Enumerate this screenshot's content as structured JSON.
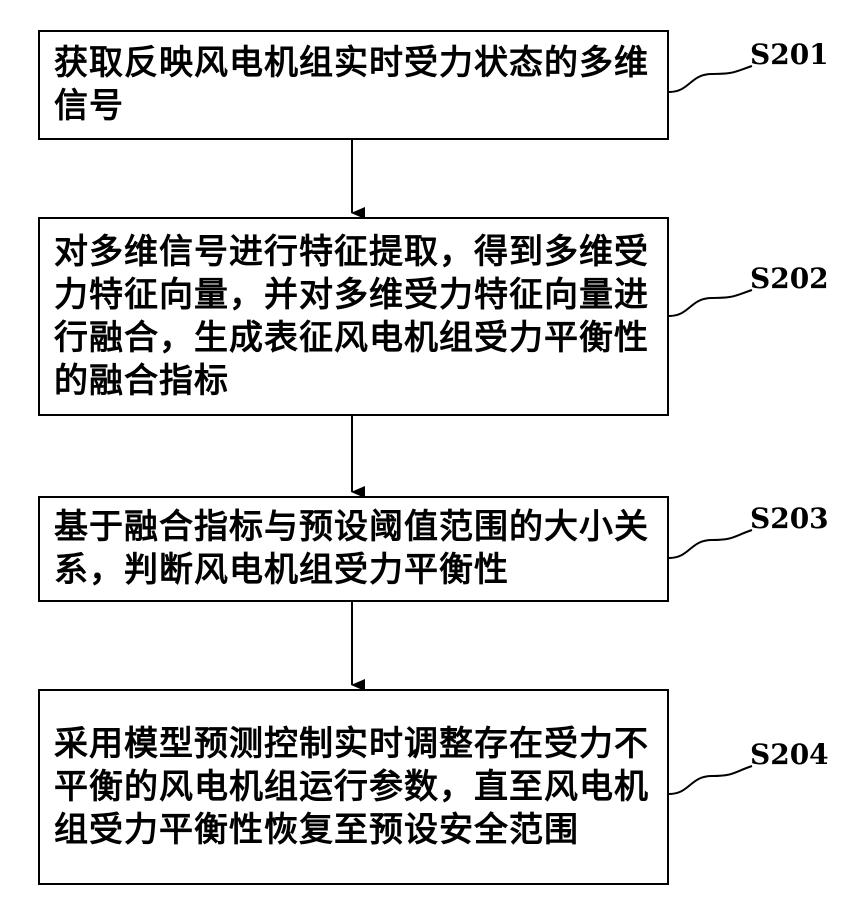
{
  "steps": [
    {
      "id": "S201",
      "text": "获取反映风电机组实时受力状态的多维信号"
    },
    {
      "id": "S202",
      "text": "对多维信号进行特征提取，得到多维受力特征向量，并对多维受力特征向量进行融合，生成表征风电机组受力平衡性的融合指标"
    },
    {
      "id": "S203",
      "text": "基于融合指标与预设阈值范围的大小关系，判断风电机组受力平衡性"
    },
    {
      "id": "S204",
      "text": "采用模型预测控制实时调整存在受力不平衡的风电机组运行参数，直至风电机组受力平衡性恢复至预设安全范围"
    }
  ]
}
